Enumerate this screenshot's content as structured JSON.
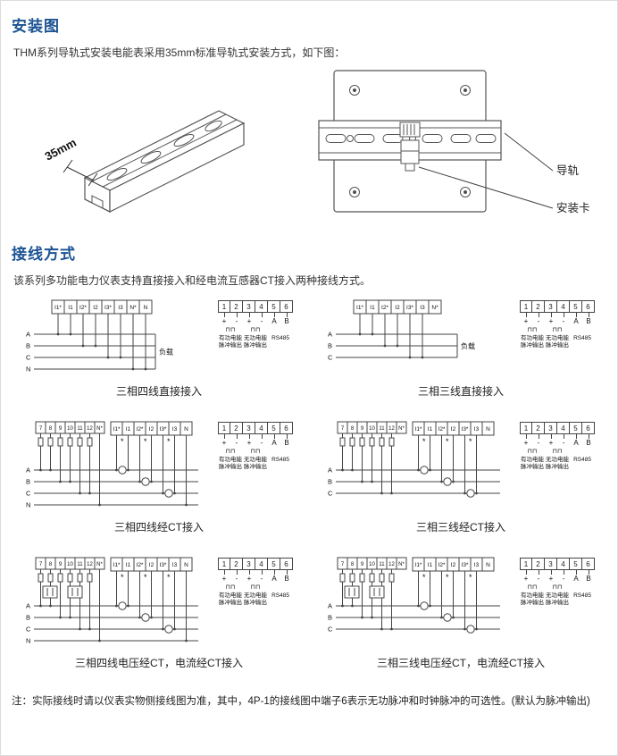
{
  "install": {
    "title": "安装图",
    "desc": "THM系列导轨式安装电能表采用35mm标准导轨式安装方式，如下图：",
    "rail_dim_label": "35mm",
    "callout_rail": "导轨",
    "callout_clip": "安装卡"
  },
  "wiring": {
    "title": "接线方式",
    "desc": "该系列多功能电力仪表支持直接接入和经电流互感器CT接入两种接线方式。",
    "outputs": {
      "terminals": [
        "1",
        "2",
        "3",
        "4",
        "5",
        "6"
      ],
      "symbols": [
        "+",
        "-",
        "+",
        "-",
        "A",
        "B"
      ],
      "pulse_glyph": "⊓⊓",
      "groups": [
        [
          "有功电能",
          "脉冲输出"
        ],
        [
          "无功电能",
          "脉冲输出"
        ],
        [
          "RS485"
        ]
      ]
    },
    "diagrams": [
      {
        "caption": "三相四线直接接入",
        "type": "direct",
        "main_terminals": [
          "I1*",
          "I1",
          "I2*",
          "I2",
          "I3*",
          "I3",
          "N*",
          "N"
        ],
        "phases": [
          "A",
          "B",
          "C",
          "N"
        ],
        "load_label": "负载"
      },
      {
        "caption": "三相三线直接接入",
        "type": "direct",
        "main_terminals": [
          "I1*",
          "I1",
          "I2*",
          "I2",
          "I3*",
          "I3",
          "N*"
        ],
        "phases": [
          "A",
          "B",
          "C"
        ],
        "load_label": "负载"
      },
      {
        "caption": "三相四线经CT接入",
        "type": "ct",
        "aux_terminals": [
          "7",
          "8",
          "9",
          "10",
          "11",
          "12",
          "N*"
        ],
        "main_terminals": [
          "I1*",
          "I1",
          "I2*",
          "I2",
          "I3*",
          "I3",
          "N"
        ],
        "phases": [
          "A",
          "B",
          "C",
          "N"
        ]
      },
      {
        "caption": "三相三线经CT接入",
        "type": "ct",
        "aux_terminals": [
          "7",
          "8",
          "9",
          "10",
          "11",
          "12",
          "N*"
        ],
        "main_terminals": [
          "I1*",
          "I1",
          "I2*",
          "I2",
          "I3*",
          "I3",
          "N"
        ],
        "phases": [
          "A",
          "B",
          "C"
        ]
      },
      {
        "caption": "三相四线电压经CT，电流经CT接入",
        "type": "ct-pt",
        "aux_terminals": [
          "7",
          "8",
          "9",
          "10",
          "11",
          "12",
          "N*"
        ],
        "main_terminals": [
          "I1*",
          "I1",
          "I2*",
          "I2",
          "I3*",
          "I3",
          "N"
        ],
        "phases": [
          "A",
          "B",
          "C",
          "N"
        ]
      },
      {
        "caption": "三相三线电压经CT，电流经CT接入",
        "type": "ct-pt",
        "aux_terminals": [
          "7",
          "8",
          "9",
          "10",
          "11",
          "12",
          "N*"
        ],
        "main_terminals": [
          "I1*",
          "I1",
          "I2*",
          "I2",
          "I3*",
          "I3",
          "N"
        ],
        "phases": [
          "A",
          "B",
          "C"
        ]
      }
    ]
  },
  "note": "注：实际接线时请以仪表实物侧接线图为准，其中，4P-1的接线图中端子6表示无功脉冲和时钟脉冲的可选性。(默认为脉冲输出)"
}
